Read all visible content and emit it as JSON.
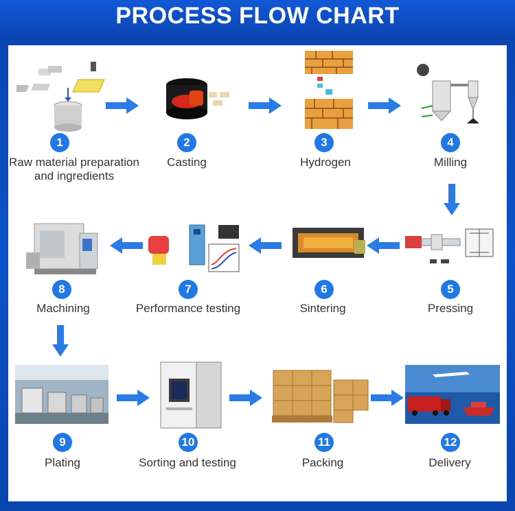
{
  "title": "PROCESS FLOW CHART",
  "steps": [
    {
      "num": "1",
      "label_line1": "Raw material preparation",
      "label_line2": "and ingredients"
    },
    {
      "num": "2",
      "label_line1": "Casting"
    },
    {
      "num": "3",
      "label_line1": "Hydrogen"
    },
    {
      "num": "4",
      "label_line1": "Milling"
    },
    {
      "num": "5",
      "label_line1": "Pressing"
    },
    {
      "num": "6",
      "label_line1": "Sintering"
    },
    {
      "num": "7",
      "label_line1": "Performance testing"
    },
    {
      "num": "8",
      "label_line1": "Machining"
    },
    {
      "num": "9",
      "label_line1": "Plating"
    },
    {
      "num": "10",
      "label_line1": "Sorting and testing"
    },
    {
      "num": "11",
      "label_line1": "Packing"
    },
    {
      "num": "12",
      "label_line1": "Delivery"
    }
  ],
  "colors": {
    "badge": "#1f78e6",
    "arrow": "#2a7be8",
    "background": "#0b49b8"
  }
}
